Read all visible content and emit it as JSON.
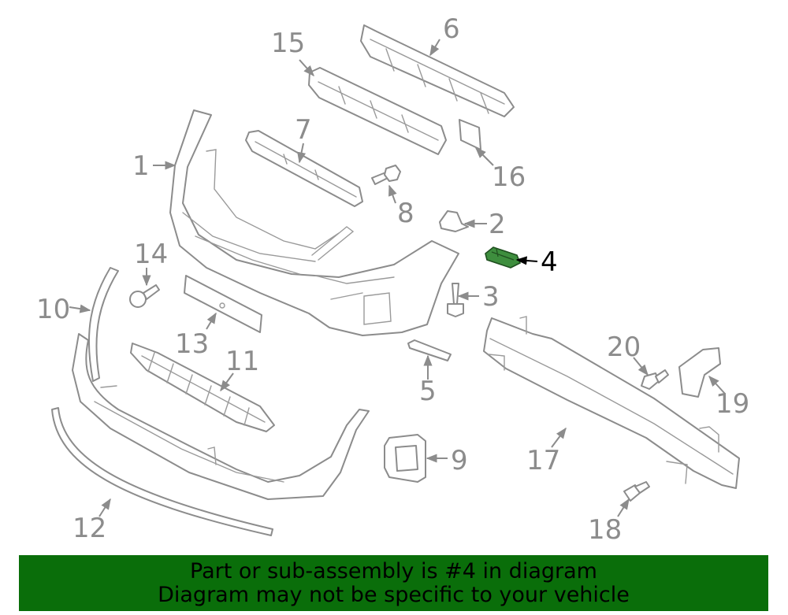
{
  "callouts": {
    "c1": "1",
    "c2": "2",
    "c3": "3",
    "c4": "4",
    "c5": "5",
    "c6": "6",
    "c7": "7",
    "c8": "8",
    "c9": "9",
    "c10": "10",
    "c11": "11",
    "c12": "12",
    "c13": "13",
    "c14": "14",
    "c15": "15",
    "c16": "16",
    "c17": "17",
    "c18": "18",
    "c19": "19",
    "c20": "20"
  },
  "highlight": {
    "part_number": "4",
    "color": "#2e7d32"
  },
  "banner": {
    "line1": "Part or sub-assembly is #4 in diagram",
    "line2": "Diagram may not be specific to your vehicle",
    "background": "#0a6e0a"
  }
}
